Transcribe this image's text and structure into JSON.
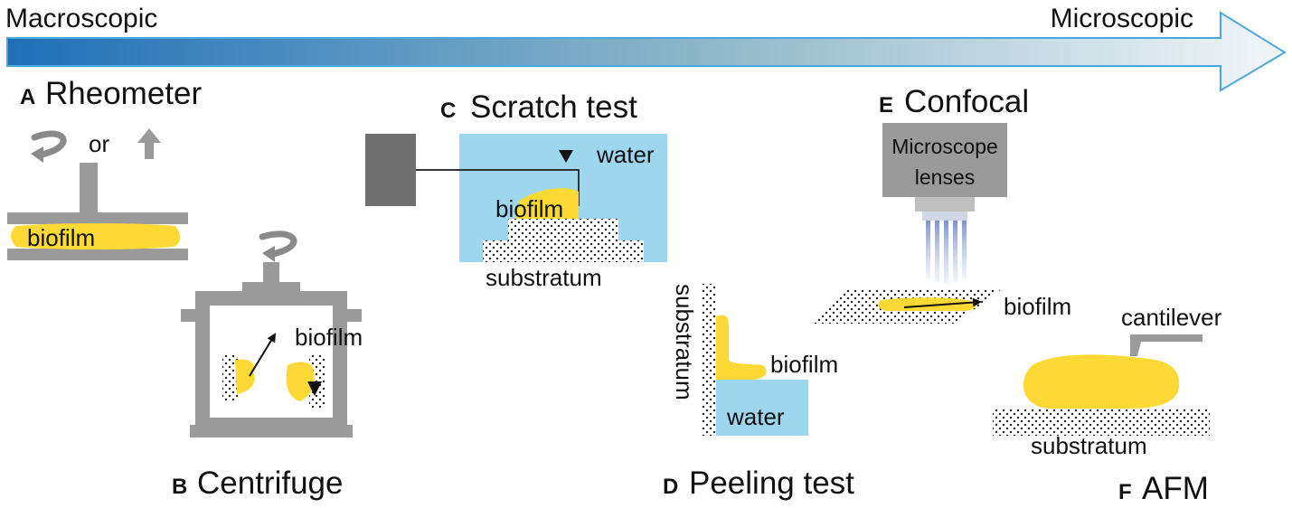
{
  "scale": {
    "left": "Macroscopic",
    "right": "Microscopic"
  },
  "panels": {
    "A": {
      "letter": "A",
      "title": "Rheometer",
      "or_label": "or",
      "biofilm": "biofilm"
    },
    "B": {
      "letter": "B",
      "title": "Centrifuge",
      "biofilm": "biofilm"
    },
    "C": {
      "letter": "C",
      "title": "Scratch test",
      "water": "water",
      "biofilm": "biofilm",
      "substratum": "substratum"
    },
    "D": {
      "letter": "D",
      "title": "Peeling test",
      "substratum": "substratum",
      "biofilm": "biofilm",
      "water": "water"
    },
    "E": {
      "letter": "E",
      "title": "Confocal",
      "lens_line1": "Microscope",
      "lens_line2": "lenses",
      "biofilm": "biofilm"
    },
    "F": {
      "letter": "F",
      "title": "AFM",
      "cantilever": "cantilever",
      "substratum": "substratum"
    }
  },
  "colors": {
    "arrow_start": "#1f6fb8",
    "arrow_end": "#f2f6f8",
    "biofilm": "#fcd934",
    "hardware": "#9a9a9a",
    "hardware_dark": "#777777",
    "water": "#9ed6ee",
    "box_dark": "#6f6f6f",
    "light_beam": "#8fa3d6"
  }
}
